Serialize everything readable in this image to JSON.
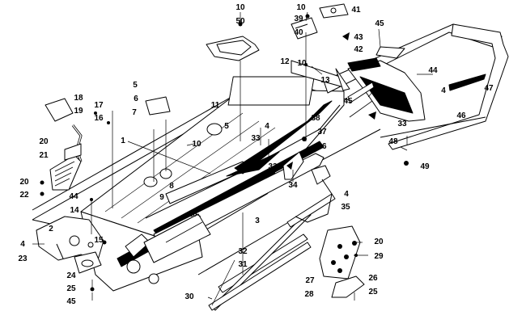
{
  "callouts": [
    "10",
    "50",
    "39",
    "10",
    "40",
    "41",
    "45",
    "43",
    "42",
    "12",
    "10",
    "13",
    "44",
    "45",
    "47",
    "4",
    "46",
    "5",
    "6",
    "7",
    "11",
    "18",
    "19",
    "17",
    "16",
    "20",
    "21",
    "5",
    "4",
    "38",
    "37",
    "33",
    "36",
    "33",
    "48",
    "49",
    "1",
    "10",
    "33",
    "8",
    "9",
    "34",
    "4",
    "20",
    "22",
    "44",
    "14",
    "10",
    "35",
    "3",
    "2",
    "4",
    "23",
    "15",
    "24",
    "25",
    "45",
    "32",
    "31",
    "30",
    "20",
    "29",
    "26",
    "27",
    "28",
    "25"
  ],
  "colors": {
    "ink": "#000000",
    "paper": "#ffffff",
    "tone": "#555555"
  }
}
